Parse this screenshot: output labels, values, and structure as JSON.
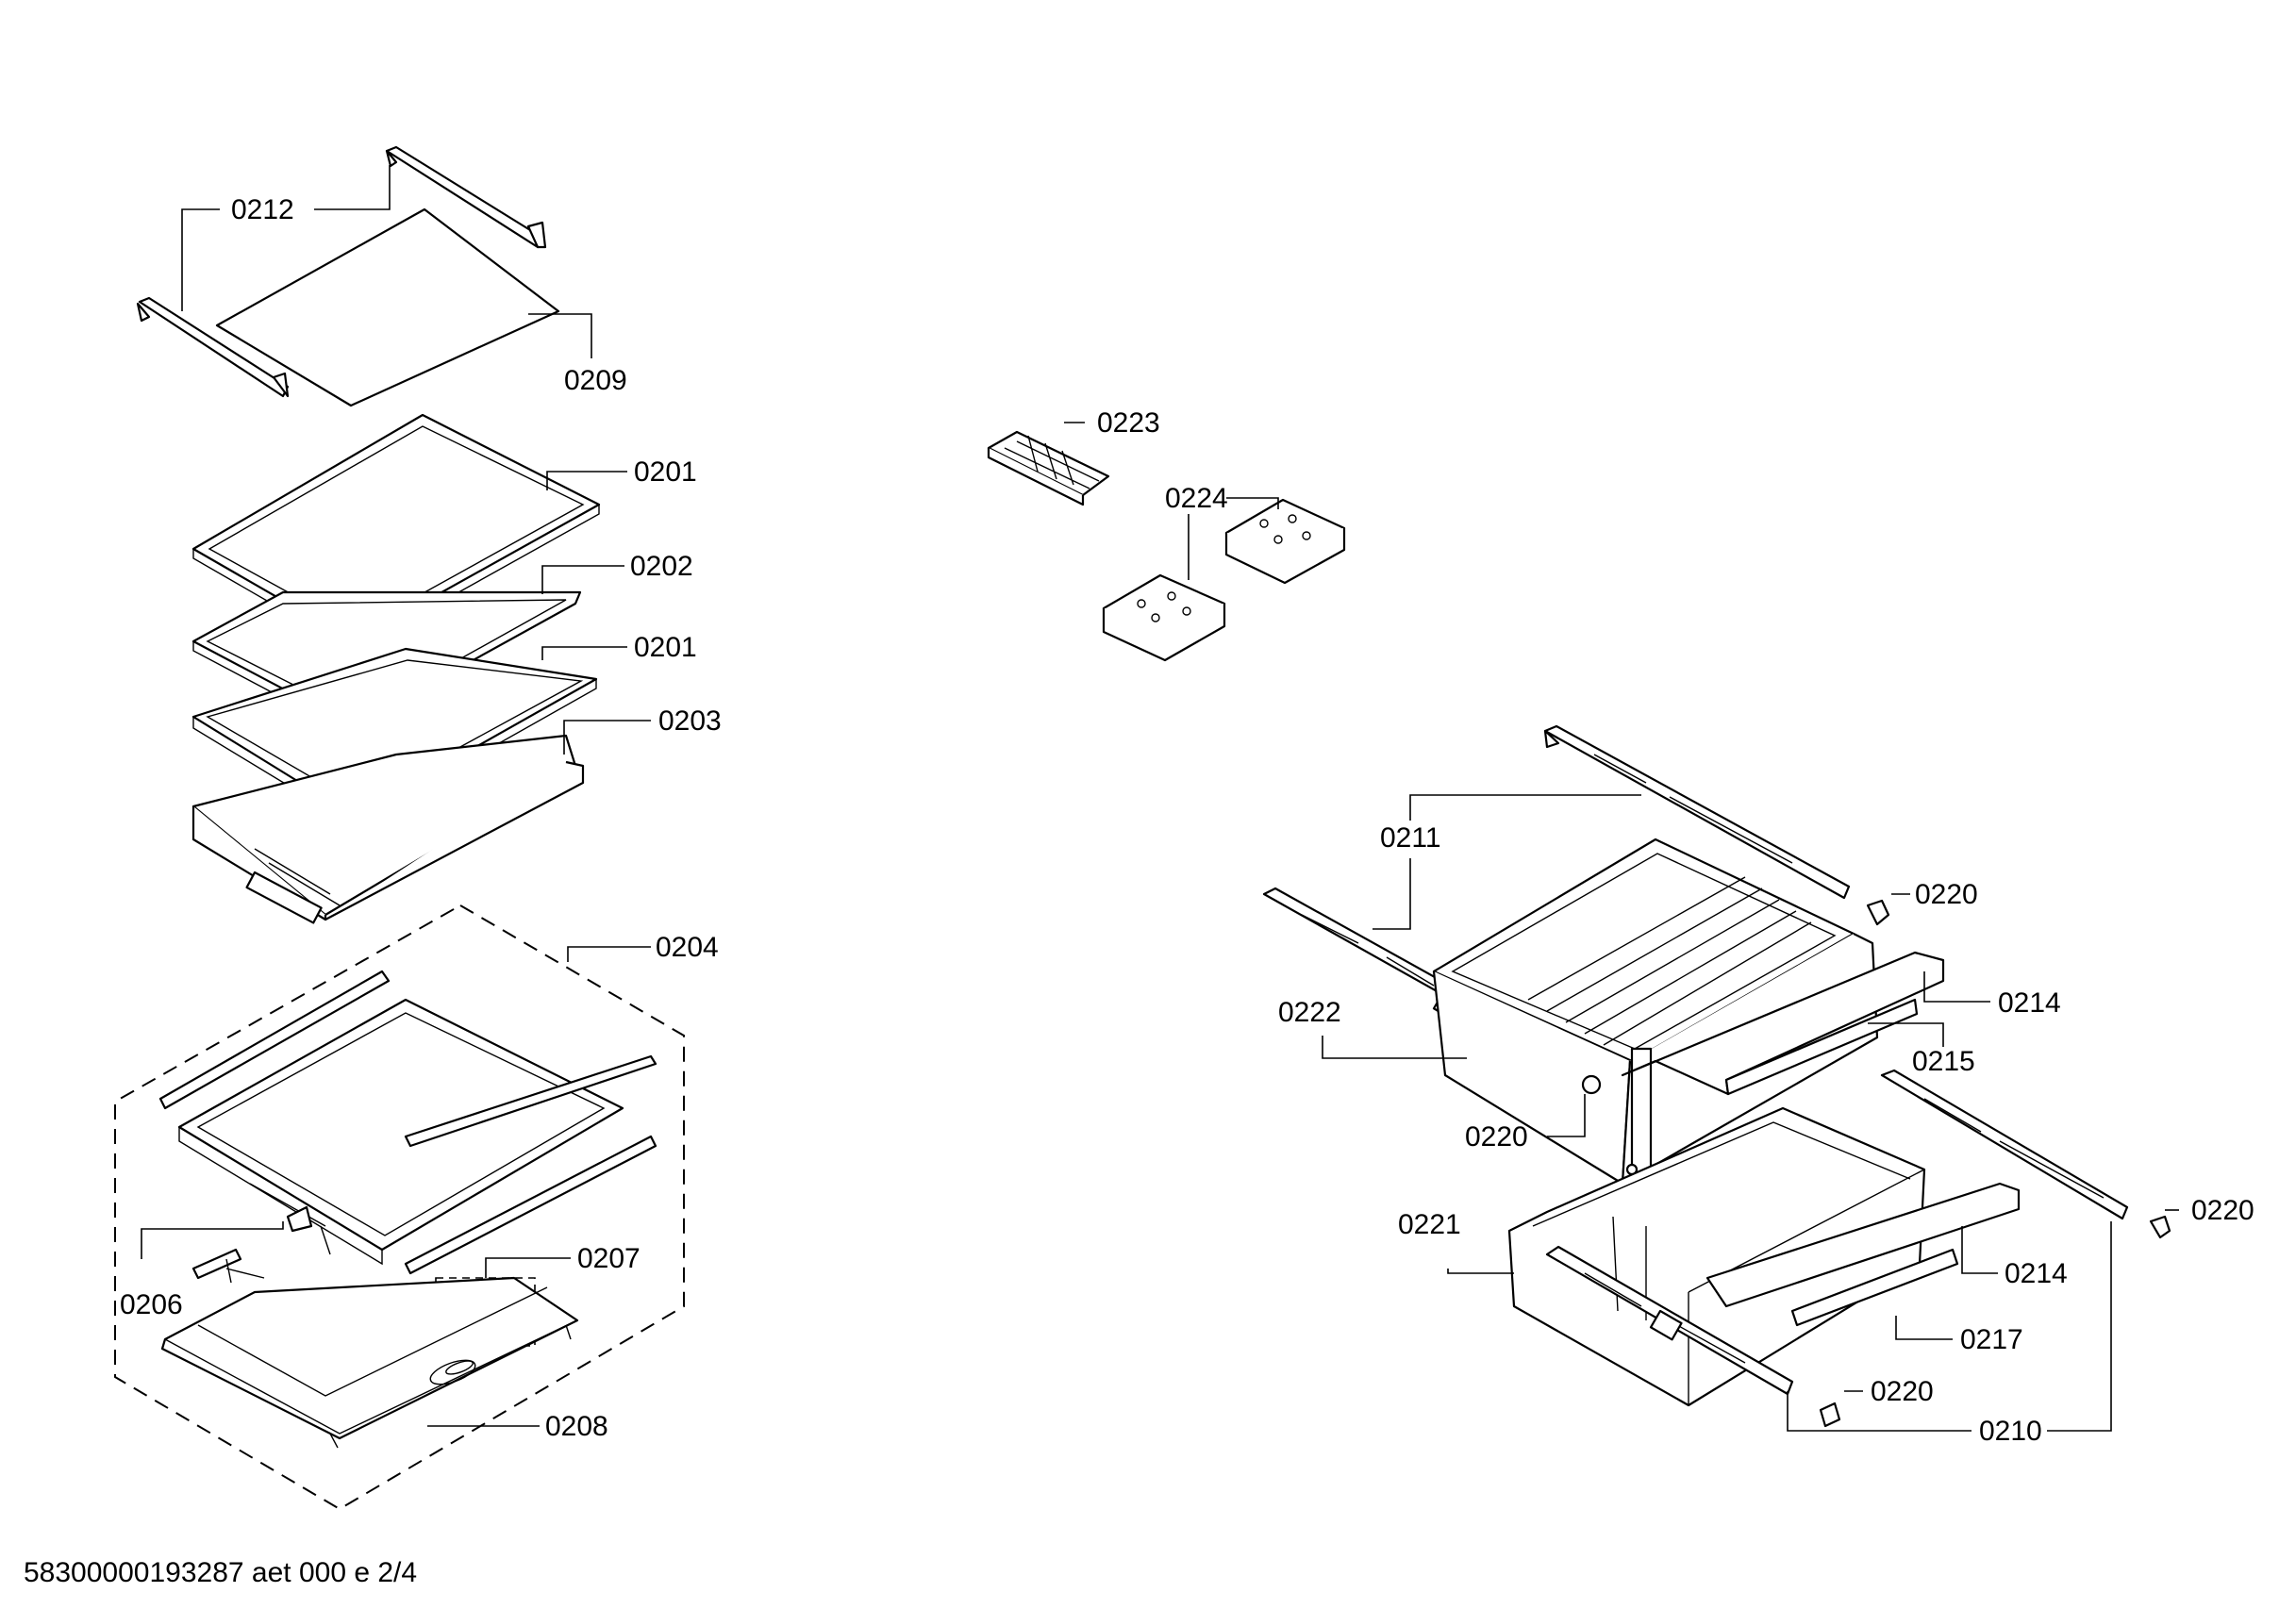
{
  "diagram": {
    "labels": {
      "l0212": "0212",
      "l0209": "0209",
      "l0201a": "0201",
      "l0202": "0202",
      "l0201b": "0201",
      "l0203": "0203",
      "l0204": "0204",
      "l0207": "0207",
      "l0206": "0206",
      "l0208": "0208",
      "l0223": "0223",
      "l0224": "0224",
      "l0211": "0211",
      "l0220a": "0220",
      "l0214a": "0214",
      "l0222": "0222",
      "l0215": "0215",
      "l0220b": "0220",
      "l0221": "0221",
      "l0220c": "0220",
      "l0214b": "0214",
      "l0217": "0217",
      "l0220d": "0220",
      "l0210": "0210"
    },
    "footer": "58300000193287 aet 000 e 2/4"
  }
}
